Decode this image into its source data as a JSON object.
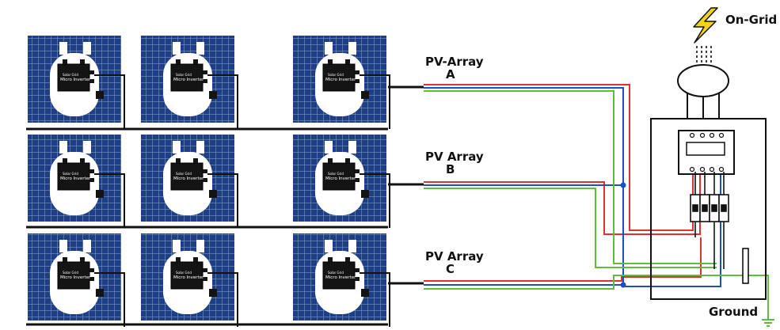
{
  "labels": {
    "grid": "On-Grid",
    "ground": "Ground",
    "array_a_line1": "PV-Array",
    "array_a_line2": "A",
    "array_b_line1": "PV Array",
    "array_b_line2": "B",
    "array_c_line1": "PV Array",
    "array_c_line2": "C",
    "inverter_brand": "Solar Grid",
    "inverter_name": "Micro Inverter"
  },
  "arrays": [
    {
      "id": "A",
      "panel_count": 3
    },
    {
      "id": "B",
      "panel_count": 3
    },
    {
      "id": "C",
      "panel_count": 3
    }
  ],
  "colors": {
    "panel": "#1e3f86",
    "panel_grid": "#8fa6d2",
    "wire_red": "#e03131",
    "wire_blue": "#1f4fbf",
    "wire_green": "#5cbf3a",
    "line": "#111111",
    "bolt": "#f2d21b"
  }
}
